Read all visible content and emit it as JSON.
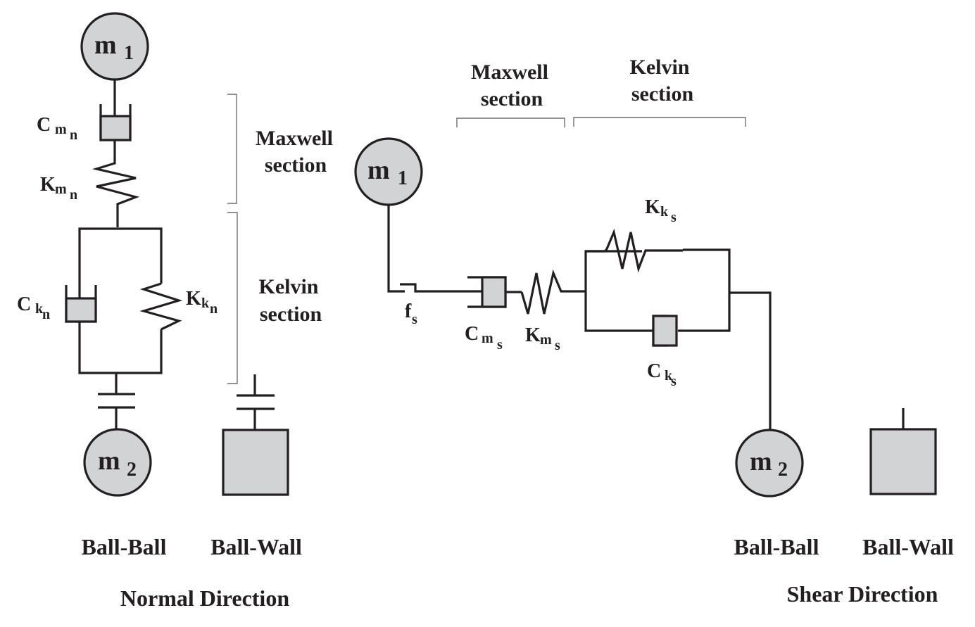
{
  "title": "Maxwell-Kelvin contact models for normal and shear directions",
  "colors": {
    "ink": "#231f20",
    "fill": "#d1d3d4",
    "bracket": "#6d6e71"
  },
  "normal": {
    "mass1": {
      "base": "m",
      "sub": "1"
    },
    "mass2": {
      "base": "m",
      "sub": "2"
    },
    "dashpot_maxwell": {
      "base": "C",
      "sub": "m",
      "subsub": "n"
    },
    "spring_maxwell": {
      "base": "K",
      "sub": "m",
      "subsub": "n"
    },
    "dashpot_kelvin": {
      "base": "C",
      "sub": "k",
      "subsub": "n"
    },
    "spring_kelvin": {
      "base": "K",
      "sub": "k",
      "subsub": "n"
    },
    "maxwell_section": [
      "Maxwell",
      "section"
    ],
    "kelvin_section": [
      "Kelvin",
      "section"
    ],
    "ball_ball": "Ball-Ball",
    "ball_wall": "Ball-Wall",
    "caption": "Normal Direction"
  },
  "shear": {
    "mass1": {
      "base": "m",
      "sub": "1"
    },
    "mass2": {
      "base": "m",
      "sub": "2"
    },
    "friction": {
      "base": "f",
      "sub": "s"
    },
    "dashpot_maxwell": {
      "base": "C",
      "sub": "m",
      "subsub": "s"
    },
    "spring_maxwell": {
      "base": "K",
      "sub": "m",
      "subsub": "s"
    },
    "spring_kelvin": {
      "base": "K",
      "sub": "k",
      "subsub": "s"
    },
    "dashpot_kelvin": {
      "base": "C",
      "sub": "k",
      "subsub": "s"
    },
    "maxwell_section": [
      "Maxwell",
      "section"
    ],
    "kelvin_section": [
      "Kelvin",
      "section"
    ],
    "ball_ball": "Ball-Ball",
    "ball_wall": "Ball-Wall",
    "caption": "Shear Direction"
  }
}
